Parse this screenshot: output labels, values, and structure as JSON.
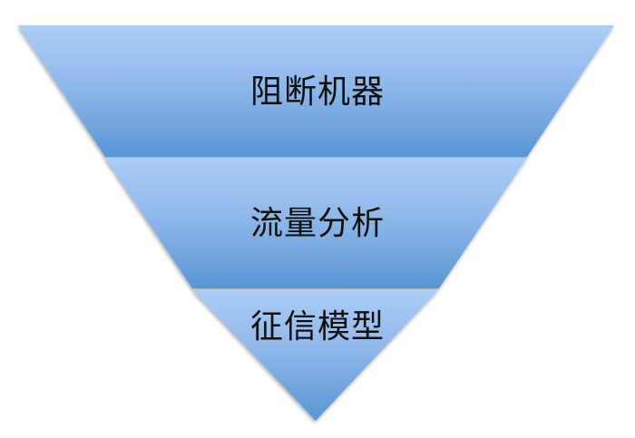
{
  "diagram": {
    "type": "inverted-pyramid",
    "colors": {
      "band_top": "#abcdf7",
      "band_bottom": "#5896d4",
      "text": "#111111",
      "background": "#ffffff"
    },
    "layers": [
      {
        "label": "阻断机器",
        "level": 1
      },
      {
        "label": "流量分析",
        "level": 2
      },
      {
        "label": "征信模型",
        "level": 3
      }
    ]
  }
}
